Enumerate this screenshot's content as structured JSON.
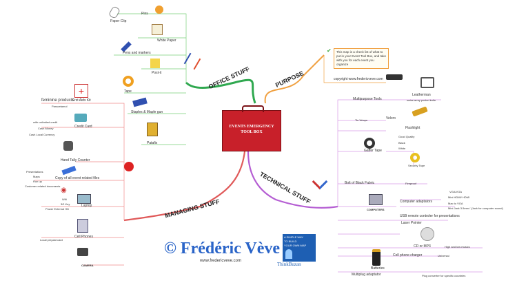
{
  "center": {
    "line1": "EVENTS EMERGENCY",
    "line2": "TOOL BOX"
  },
  "branches": {
    "office": "OFFICE STUFF",
    "purpose": "PURPOSE",
    "managing": "MANAGING STUFF",
    "technical": "TECHNICAL STUFF"
  },
  "office": {
    "pins": "Pins",
    "paper_clip": "Paper Clip",
    "white_paper": "White Paper",
    "pens_markers": "Pens and markers",
    "post_it": "Post-it",
    "tape": "Tape",
    "stapler": "Staples & Maple gun",
    "patafix": "Patafix"
  },
  "purpose": {
    "text": "This map is a check list of what to put in your Event Tool Box, and take with you for each event you organize",
    "copyright": "copyright www.fredericveve.com"
  },
  "managing": {
    "feminine": "feminine products",
    "paracetamol": "Paracetamol",
    "first_aid": "Frst Aids Kit",
    "with_credit": "with unlimited credit",
    "cash_money": "Cash Money",
    "cash_local": "Cash Local Currency",
    "credit_card": "Credit Card",
    "tally": "Hand Tally Counter",
    "copy_all": "Copy of all event related files",
    "presentations": "Presentations",
    "maps": "Maps",
    "run_up": "Run up",
    "customer": "Customer related documents",
    "wifi": "Wifi",
    "g3_key": "3G Key",
    "power_ext": "Power External HD",
    "laptop": "Laptop",
    "cell_phones": "Cell Phones",
    "local_prepaid": "Local prepaid card",
    "camera": "CAMERA"
  },
  "technical": {
    "leatherman": "Leatherman",
    "swiss_knife": "swiss army pocket knife",
    "multipurpose": "Multipurpose Tools",
    "tie_wraps": "Tie Wraps",
    "velcro": "Velcro",
    "flashlight": "Flashlight",
    "good_quality": "Good Quality",
    "black": "Black",
    "white": "White",
    "gaffer": "Gaffer Tape",
    "security": "Security Tape",
    "black_fabric": "Bolt of Black Fabric",
    "fireproof": "Fireproof",
    "vga_vga": "VGA/VGA",
    "mini_hdmi": "Mini HDMI/ HDMI",
    "mac_vga": "Mac to VGA",
    "mini_jack": "Mini Jack 3.5mm / (Jack for computer sound)",
    "computers": "COMPUTERS",
    "adaptors": "Computer adaptators",
    "usb_remote": "USB remote controler for presentations",
    "laser": "Laser Pointer",
    "cd_mp3": "CD or MP3",
    "high_low": "High and low musics",
    "cell_charger": "Cell phone charger",
    "universal": "Universal",
    "batteries": "Batteries",
    "multiplug": "Multiplug adaptator",
    "plug_converter": "Plug converter for specific countries"
  },
  "branding": {
    "logo": "© Frédéric Vève",
    "site": "www.fredericveve.com",
    "badge_lines": [
      "A SIMPLE WAY",
      "TO BUILD",
      "YOUR OWN MAP"
    ],
    "thinkbuzan": "ThinkBuzan"
  }
}
